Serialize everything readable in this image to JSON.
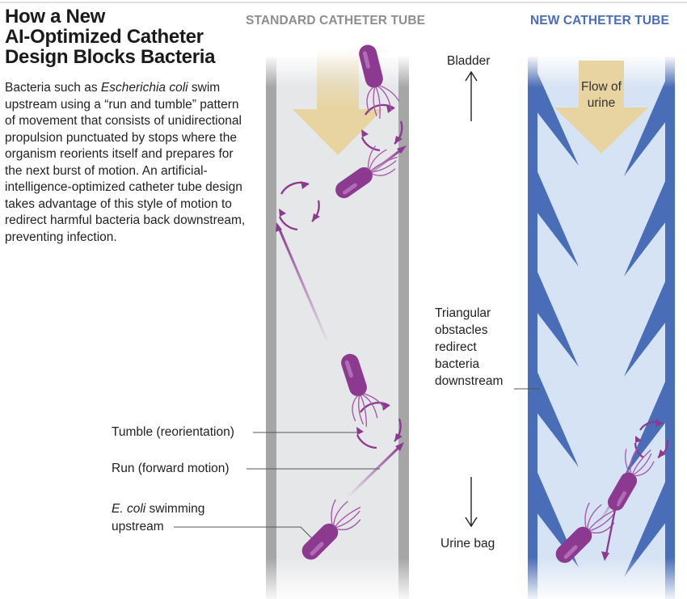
{
  "title": {
    "line1": "How a New",
    "line2": "AI-Optimized Catheter",
    "line3": "Design Blocks Bacteria"
  },
  "intro": {
    "part1": "Bacteria such as ",
    "species": "Escherichia coli",
    "part2": " swim upstream using a “run and tumble” pattern of movement that consists of unidirectional propulsion punctuated by stops where the organism reorients itself and prepares for the next burst of motion. An artificial-intelligence-optimized catheter tube design takes advantage of this style of motion to redirect harmful bacteria back downstream, preventing infection."
  },
  "headers": {
    "standard": "STANDARD CATHETER TUBE",
    "new": "NEW CATHETER TUBE"
  },
  "labels": {
    "bladder": "Bladder",
    "urine_bag": "Urine bag",
    "flow_line1": "Flow of",
    "flow_line2": "urine",
    "obstacles_line1": "Triangular",
    "obstacles_line2": "obstacles",
    "obstacles_line3": "redirect",
    "obstacles_line4": "bacteria",
    "obstacles_line5": "downstream",
    "tumble": "Tumble (reorientation)",
    "run": "Run (forward motion)",
    "ecoli_italic": "E. coli",
    "ecoli_rest": " swimming",
    "ecoli_line2": "upstream"
  },
  "colors": {
    "standard_header": "#8e8e8e",
    "new_header": "#4a6db7",
    "standard_wall": "#a6a6a6",
    "standard_fill": "#e6e7e9",
    "new_wall": "#4a6db7",
    "new_fill": "#d6e3f4",
    "flow_arrow": "#e7d4a0",
    "bacteria": "#8b3a8f",
    "path": "#8b3a8f"
  }
}
